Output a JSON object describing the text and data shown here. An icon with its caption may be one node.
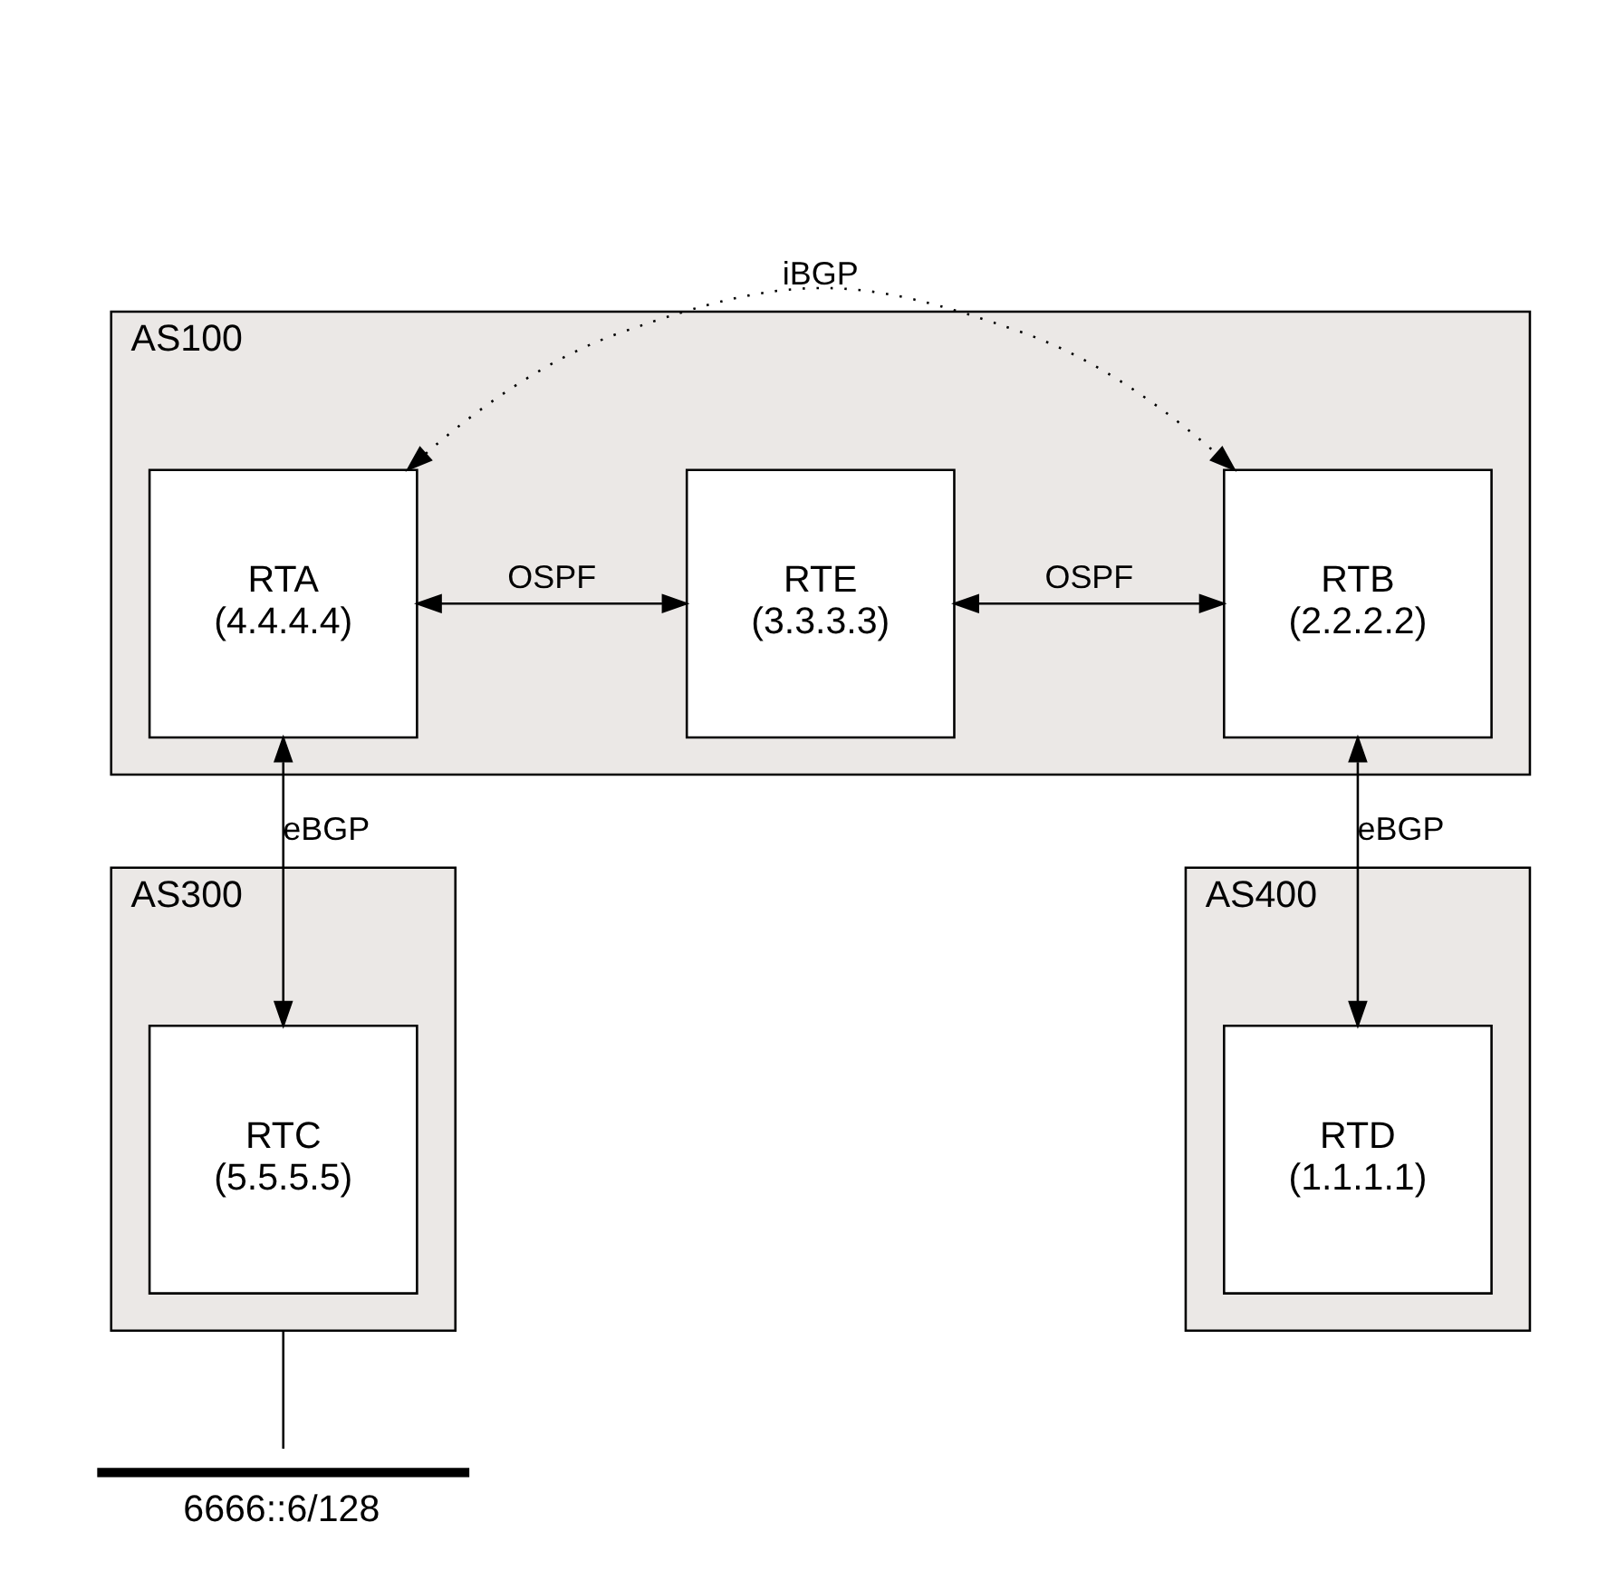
{
  "diagram": {
    "nodes": [
      {
        "text": [
          "AS100"
        ]
      },
      {
        "text": [
          "RTA",
          "(4.4.4.4)"
        ],
        "in": 0
      },
      {
        "text": [
          "RTE",
          "(3.3.3.3)"
        ],
        "in": 0
      },
      {
        "text": [
          "RTB",
          "(2.2.2.2)"
        ],
        "in": 0
      },
      {
        "text": [
          "AS300"
        ]
      },
      {
        "text": [
          "RTC",
          "(5.5.5.5)"
        ],
        "in": 4
      },
      {
        "text": [
          "AS400"
        ]
      },
      {
        "text": [
          "RTD",
          "(1.1.1.1)"
        ],
        "in": 6
      },
      {
        "text": [],
        "shape": "bar",
        "beside": [
          "6666::6/128"
        ]
      }
    ],
    "edges": [
      {
        "from": 1,
        "to": 3,
        "arrow": "both",
        "label": "iBGP",
        "style": "dashed"
      },
      {
        "from": 1,
        "to": 2,
        "arrow": "both",
        "label": "OSPF"
      },
      {
        "from": 2,
        "to": 3,
        "arrow": "both",
        "label": "OSPF"
      },
      {
        "from": 1,
        "to": 5,
        "arrow": "both",
        "label": "eBGP"
      },
      {
        "from": 3,
        "to": 7,
        "arrow": "both",
        "label": "eBGP"
      },
      {
        "from": 4,
        "to": 8,
        "arrow": "none"
      }
    ]
  }
}
